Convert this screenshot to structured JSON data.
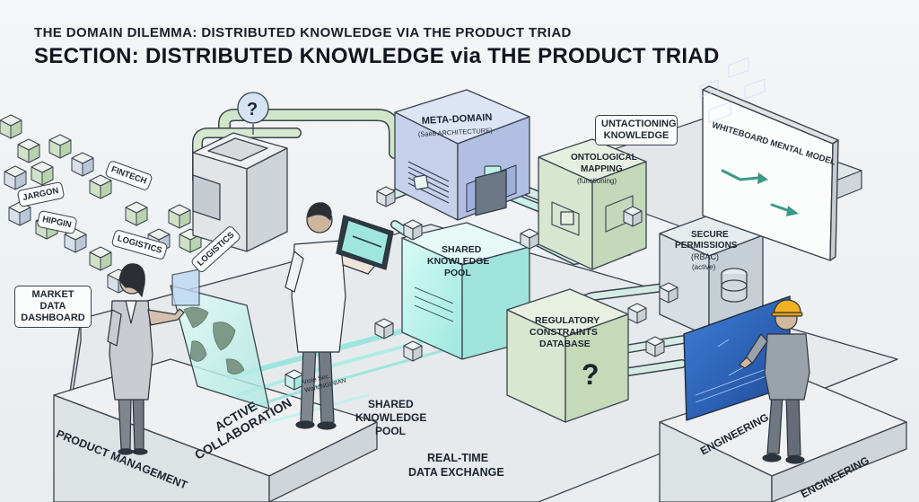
{
  "header": {
    "subtitle": "THE DOMAIN DILEMMA: DISTRIBUTED KNOWLEDGE VIA THE PRODUCT TRIAD",
    "title": "SECTION: DISTRIBUTED KNOWLEDGE via THE PRODUCT TRIAD"
  },
  "labels": {
    "meta_domain": "META-DOMAIN",
    "meta_domain_sub": "(Sae8 ARCHITECTURE)",
    "untactioning_1": "UNTACTIONING",
    "untactioning_2": "KNOWLEDGE",
    "ontological_1": "ONTOLOGICAL",
    "ontological_2": "MAPPING",
    "ontological_3": "(functioning)",
    "whiteboard": "WHITEBOARD MENTAL MODEL",
    "secure_1": "SECURE",
    "secure_2": "PERMISSIONS",
    "secure_3": "(RBAC)",
    "secure_4": "(active)",
    "shared_pool_box_1": "SHARED",
    "shared_pool_box_2": "KNOWLEDGE",
    "shared_pool_box_3": "POOL",
    "regulatory_1": "REGULATORY",
    "regulatory_2": "CONSTRAINTS",
    "regulatory_3": "DATABASE",
    "shared_pool_floor_1": "SHARED",
    "shared_pool_floor_2": "KNOWLEDGE",
    "shared_pool_floor_3": "POOL",
    "realtime_1": "REAL-TIME",
    "realtime_2": "DATA EXCHANGE",
    "active_1": "ACTIVE",
    "active_2": "COLLABORATION",
    "market_1": "MARKET DATA",
    "market_2": "DASHBOARD",
    "product_management": "PRODUCT MANAGEMENT",
    "engineering_wall": "ENGINEERING",
    "engineering_base": "ENGINEERING",
    "viole_1": "Viole Sec.",
    "viole_2": "WorldNGINIAN"
  },
  "jargon_tags": [
    "JARGON",
    "HIPGIN",
    "FINTECH",
    "LOGISTICS",
    "LOGISTICS"
  ],
  "glyphs": {
    "question": "?"
  },
  "colors": {
    "ink": "#1c2430",
    "platform": "#e6e9ec",
    "cube_blue": "#cdd6ee",
    "cube_green": "#d6e6cf",
    "cube_gray": "#e4e6e8",
    "glow": "#7fe3d9",
    "panel": "#2f66c2"
  }
}
